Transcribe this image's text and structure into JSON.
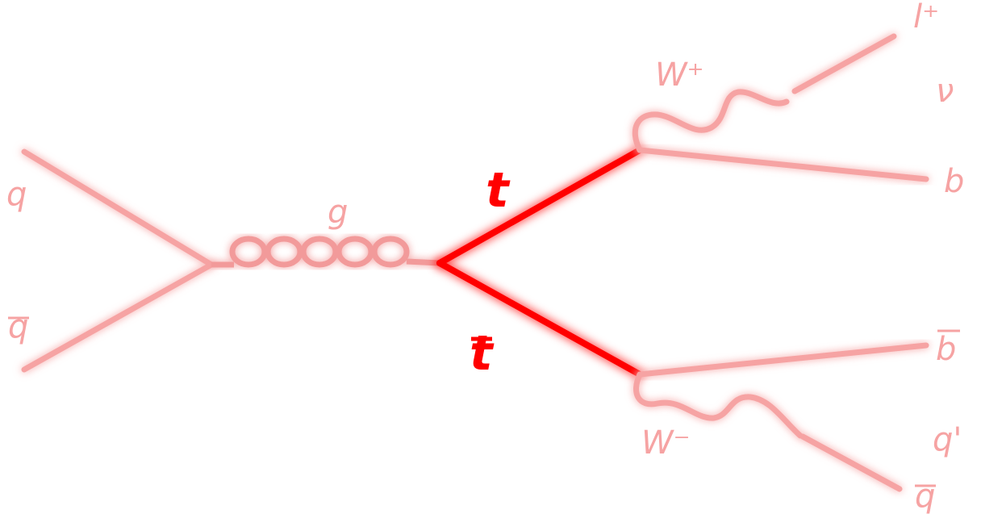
{
  "diagram": {
    "labels": {
      "q": "q",
      "qbar": "q",
      "g": "g",
      "t": "t",
      "tbar": "t",
      "w_plus": "W⁺",
      "w_minus": "W⁻",
      "l_plus": "l⁺",
      "nu": "ν",
      "b": "b",
      "bbar": "b",
      "q_prime": "q'",
      "qbar_out": "q"
    },
    "colors": {
      "top_quark": "#ff0000",
      "other_lines": "#f6a3a3"
    }
  }
}
